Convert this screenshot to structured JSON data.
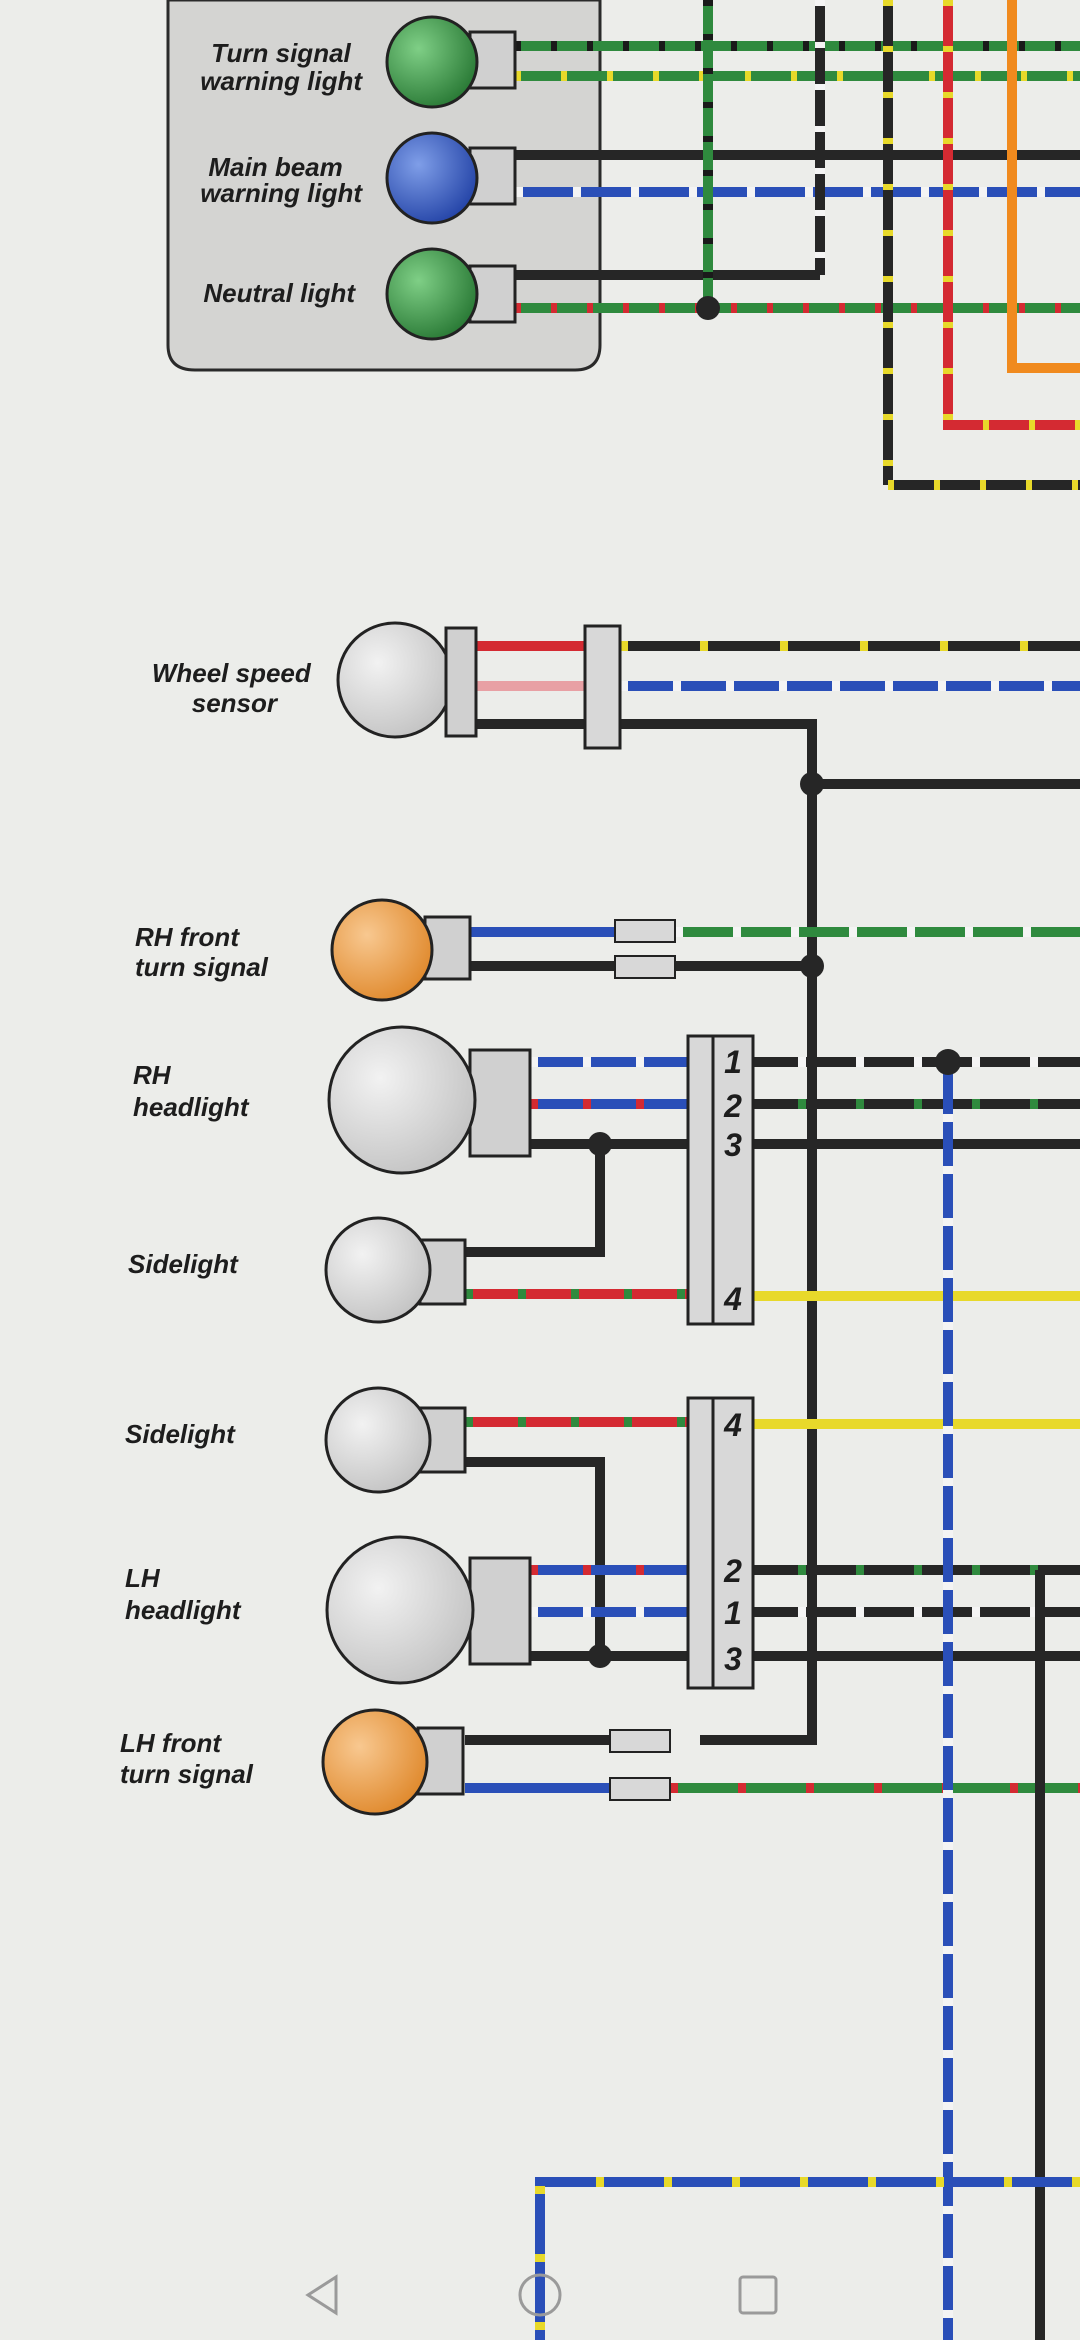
{
  "labels": {
    "turn_signal_warning": [
      "Turn signal",
      "warning light"
    ],
    "main_beam_warning": [
      "Main beam",
      "warning light"
    ],
    "neutral_light": [
      "Neutral light"
    ],
    "wheel_speed_sensor": [
      "Wheel speed",
      "sensor"
    ],
    "rh_front_turn_signal": [
      "RH front",
      "turn signal"
    ],
    "rh_headlight": [
      "RH",
      "headlight"
    ],
    "sidelight_upper": [
      "Sidelight"
    ],
    "sidelight_lower": [
      "Sidelight"
    ],
    "lh_headlight": [
      "LH",
      "headlight"
    ],
    "lh_front_turn_signal": [
      "LH front",
      "turn signal"
    ]
  },
  "connector_upper_pins": [
    "1",
    "2",
    "3",
    "4"
  ],
  "connector_lower_pins": [
    "4",
    "2",
    "1",
    "3"
  ],
  "colors": {
    "paper": "#ecedea",
    "black_wire": "#262626",
    "blue_wire": "#2a4fb8",
    "green_wire": "#2f8a3e",
    "red_wire": "#d42a32",
    "yellow_wire": "#e8d92a",
    "orange_wire": "#f08a1e",
    "bulb_green": "#3d9a4a",
    "bulb_blue": "#3a5fc4",
    "bulb_amber": "#f0a24a",
    "bulb_clear": "#d9d9d9"
  },
  "navigation": {
    "back_icon": "triangle-left",
    "home_icon": "circle",
    "recents_icon": "square"
  }
}
